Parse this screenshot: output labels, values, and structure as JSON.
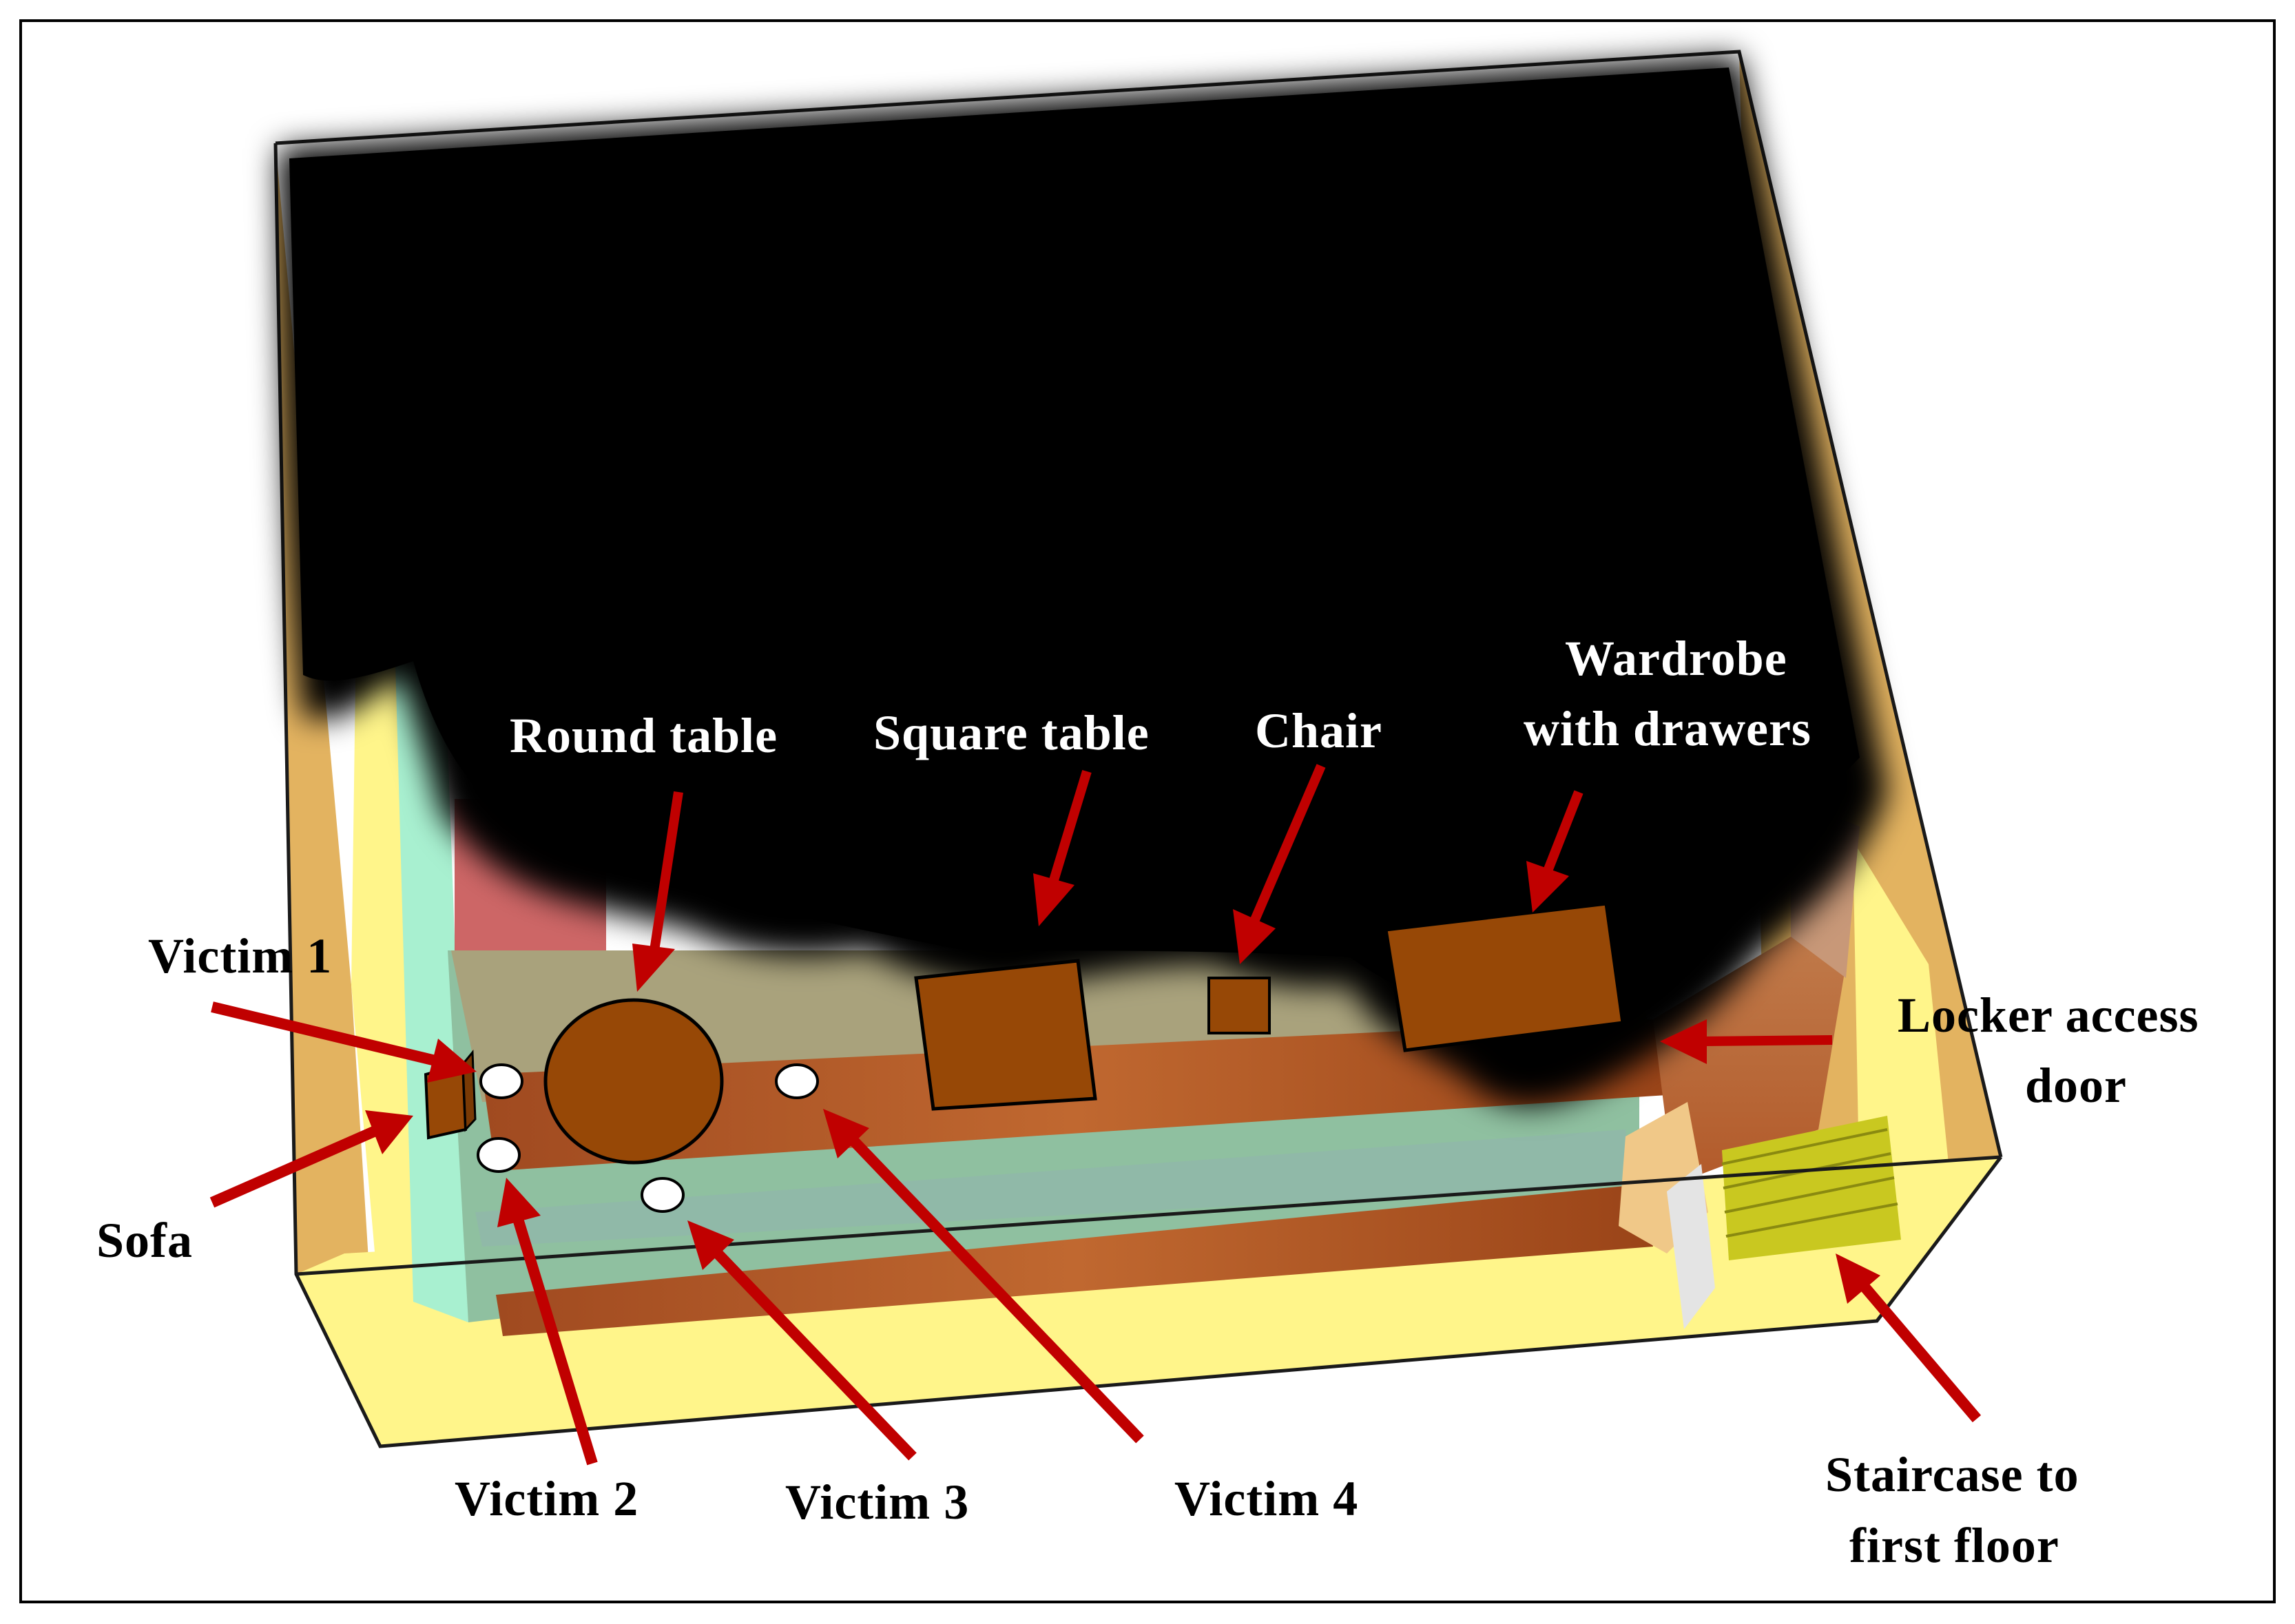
{
  "labels": {
    "round_table": "Round table",
    "square_table": "Square table",
    "chair": "Chair",
    "wardrobe_line1": "Wardrobe",
    "wardrobe_line2": "with drawers",
    "victim1": "Victim 1",
    "sofa": "Sofa",
    "locker_line1": "Locker access",
    "locker_line2": "door",
    "victim2": "Victim 2",
    "victim3": "Victim 3",
    "victim4": "Victim 4",
    "staircase_line1": "Staircase to",
    "staircase_line2": "first floor"
  },
  "colors": {
    "arrow": "#c00000",
    "furniture": "#974806",
    "victim": "#ffffff",
    "smoke": "#000000",
    "wall_outer": "#e3b360",
    "wall_inner": "#fff58a",
    "floor_teal": "#8fc0a0",
    "floor_wood": "#b45a28",
    "staircase": "#c9c820",
    "label_light": "#ffffff",
    "label_dark": "#000000"
  }
}
